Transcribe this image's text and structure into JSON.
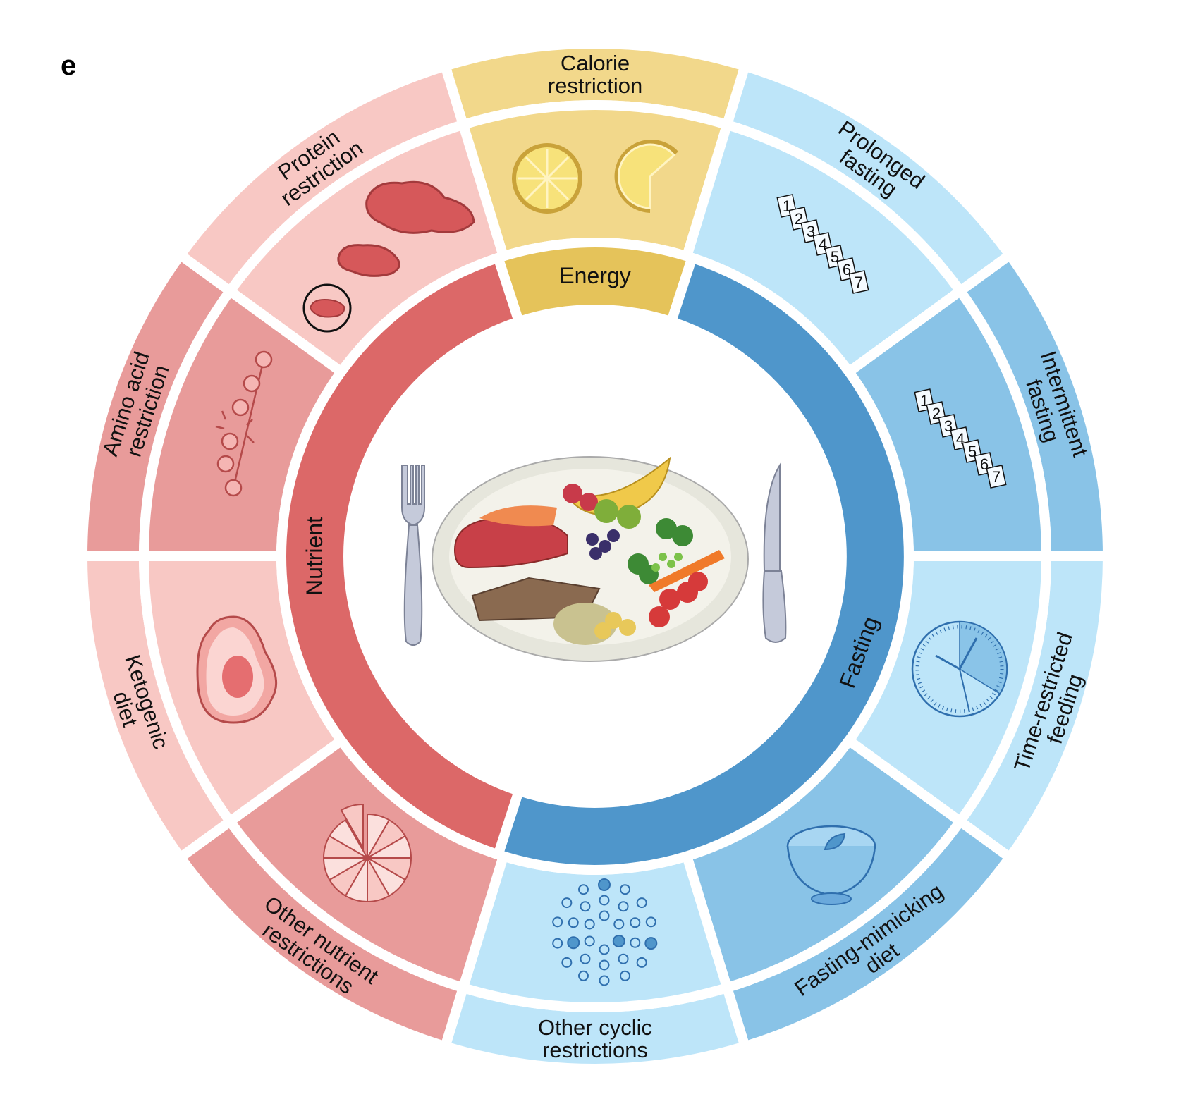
{
  "panel_label": "e",
  "outer_ring": [
    {
      "id": "calorie-restriction",
      "lines": [
        "Calorie",
        "restriction"
      ],
      "color": "#f2d88b"
    },
    {
      "id": "prolonged-fasting",
      "lines": [
        "Prolonged",
        "fasting"
      ],
      "color": "#bde5f9"
    },
    {
      "id": "intermittent-fasting",
      "lines": [
        "Intermittent",
        "fasting"
      ],
      "color": "#89c3e7"
    },
    {
      "id": "time-restricted-feeding",
      "lines": [
        "Time-restricted",
        "feeding"
      ],
      "color": "#bde5f9"
    },
    {
      "id": "fasting-mimicking-diet",
      "lines": [
        "Fasting-mimicking",
        "diet"
      ],
      "color": "#89c3e7"
    },
    {
      "id": "other-cyclic-restrictions",
      "lines": [
        "Other cyclic",
        "restrictions"
      ],
      "color": "#bde5f9"
    },
    {
      "id": "other-nutrient-restrictions",
      "lines": [
        "Other nutrient",
        "restrictions"
      ],
      "color": "#e89b9a"
    },
    {
      "id": "ketogenic-diet",
      "lines": [
        "Ketogenic",
        "diet"
      ],
      "color": "#f8c8c4"
    },
    {
      "id": "amino-acid-restriction",
      "lines": [
        "Amino acid",
        "restriction"
      ],
      "color": "#e89b9a"
    },
    {
      "id": "protein-restriction",
      "lines": [
        "Protein",
        "restriction"
      ],
      "color": "#f8c8c4"
    }
  ],
  "middle_ring_colors": [
    "#f2d88b",
    "#bde5f9",
    "#89c3e7",
    "#bde5f9",
    "#89c3e7",
    "#bde5f9",
    "#e89b9a",
    "#f8c8c4",
    "#e89b9a",
    "#f8c8c4"
  ],
  "inner_ring": [
    {
      "id": "energy",
      "label": "Energy",
      "color": "#e5c35a"
    },
    {
      "id": "fasting",
      "label": "Fasting",
      "color": "#4f96cb"
    },
    {
      "id": "nutrient",
      "label": "Nutrient",
      "color": "#dc6868"
    }
  ],
  "day_numbers": [
    "1",
    "2",
    "3",
    "4",
    "5",
    "6",
    "7"
  ]
}
